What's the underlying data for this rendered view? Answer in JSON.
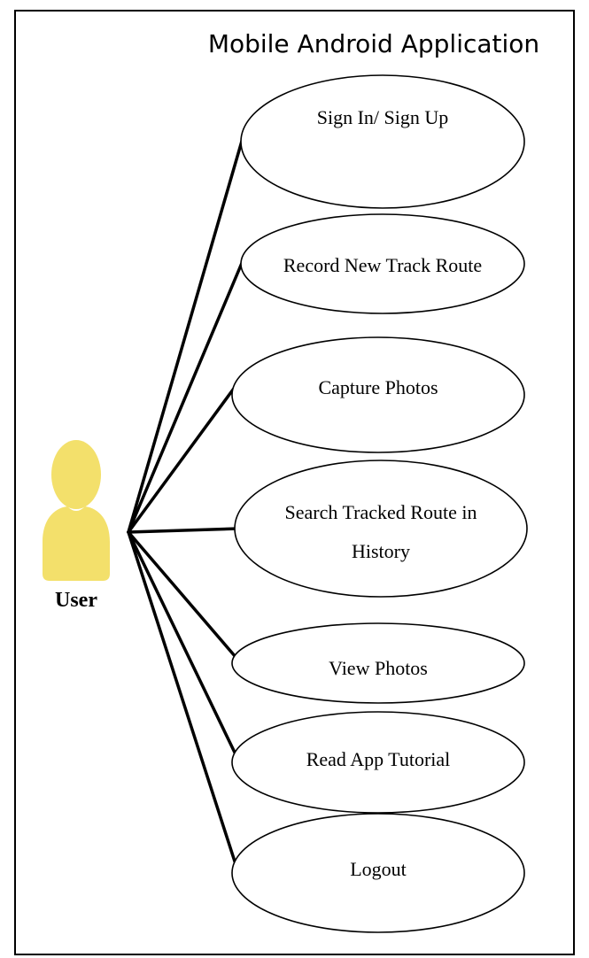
{
  "diagram": {
    "title": "Mobile Android Application",
    "actor": {
      "label": "User",
      "icon": "user-icon",
      "color": "#f3e06b"
    },
    "use_cases": [
      {
        "id": "sign-in",
        "lines": [
          "Sign In/ Sign Up"
        ]
      },
      {
        "id": "record-route",
        "lines": [
          "Record New Track Route"
        ]
      },
      {
        "id": "capture-photos",
        "lines": [
          "Capture Photos"
        ]
      },
      {
        "id": "search-history",
        "lines": [
          "Search Tracked Route in",
          "History"
        ]
      },
      {
        "id": "view-photos",
        "lines": [
          "View Photos"
        ]
      },
      {
        "id": "read-tutorial",
        "lines": [
          "Read App Tutorial"
        ]
      },
      {
        "id": "logout",
        "lines": [
          "Logout"
        ]
      }
    ]
  }
}
